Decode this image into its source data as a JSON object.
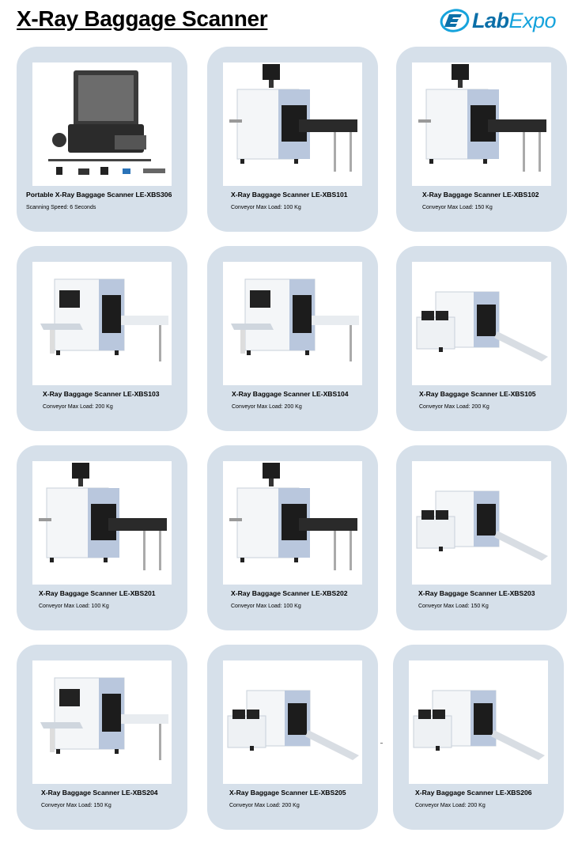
{
  "page": {
    "title": "X-Ray Baggage Scanner"
  },
  "brand": {
    "lab": "Lab",
    "expo": "Expo",
    "colors": {
      "lab": "#0b6fa8",
      "expo": "#16a3dc"
    }
  },
  "colors": {
    "card_bg": "#d6e0ea",
    "scanner_body": "#f4f6f8",
    "scanner_side": "#b9c7dd",
    "belt": "#2a2a2a"
  },
  "products": [
    {
      "name": "Portable X-Ray Baggage Scanner LE-XBS306",
      "spec": "Scanning Speed: 6 Seconds",
      "image": "portable-case-kit"
    },
    {
      "name": "X-Ray Baggage Scanner LE-XBS101",
      "spec": "Conveyor Max Load: 100 Kg",
      "image": "scanner-with-monitor"
    },
    {
      "name": "X-Ray Baggage Scanner LE-XBS102",
      "spec": "Conveyor Max Load: 150 Kg",
      "image": "scanner-with-monitor"
    },
    {
      "name": "X-Ray Baggage Scanner LE-XBS103",
      "spec": "Conveyor Max Load: 200 Kg",
      "image": "scanner-with-console"
    },
    {
      "name": "X-Ray Baggage Scanner LE-XBS104",
      "spec": "Conveyor Max Load: 200 Kg",
      "image": "scanner-with-console"
    },
    {
      "name": "X-Ray Baggage Scanner LE-XBS105",
      "spec": "Conveyor Max Load: 200 Kg",
      "image": "scanner-with-desk"
    },
    {
      "name": "X-Ray Baggage Scanner LE-XBS201",
      "spec": "Conveyor Max Load: 100 Kg",
      "image": "scanner-with-monitor"
    },
    {
      "name": "X-Ray Baggage Scanner LE-XBS202",
      "spec": "Conveyor Max Load: 100 Kg",
      "image": "scanner-with-monitor"
    },
    {
      "name": "X-Ray Baggage Scanner LE-XBS203",
      "spec": "Conveyor Max Load: 150 Kg",
      "image": "scanner-with-desk"
    },
    {
      "name": "X-Ray Baggage Scanner LE-XBS204",
      "spec": "Conveyor Max Load: 150 Kg",
      "image": "scanner-with-console"
    },
    {
      "name": "X-Ray Baggage Scanner LE-XBS205",
      "spec": "Conveyor Max Load: 200 Kg",
      "image": "scanner-with-desk"
    },
    {
      "name": "X-Ray Baggage Scanner LE-XBS206",
      "spec": "Conveyor Max Load: 200 Kg",
      "image": "scanner-with-desk"
    }
  ]
}
